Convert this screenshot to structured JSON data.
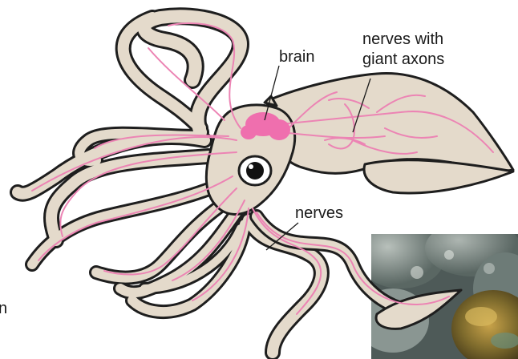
{
  "labels": {
    "brain": "brain",
    "giant_axons_line1": "nerves with",
    "giant_axons_line2": "giant axons",
    "nerves": "nerves",
    "edge_letter": "n"
  },
  "colors": {
    "body": "#e4dacb",
    "outline": "#1e1e1e",
    "nerve": "#ec84b4",
    "brain": "#ef6fae",
    "photo_background": "#5b6a68"
  },
  "inset_photo": {
    "subject": "squid photograph (cropped)"
  }
}
